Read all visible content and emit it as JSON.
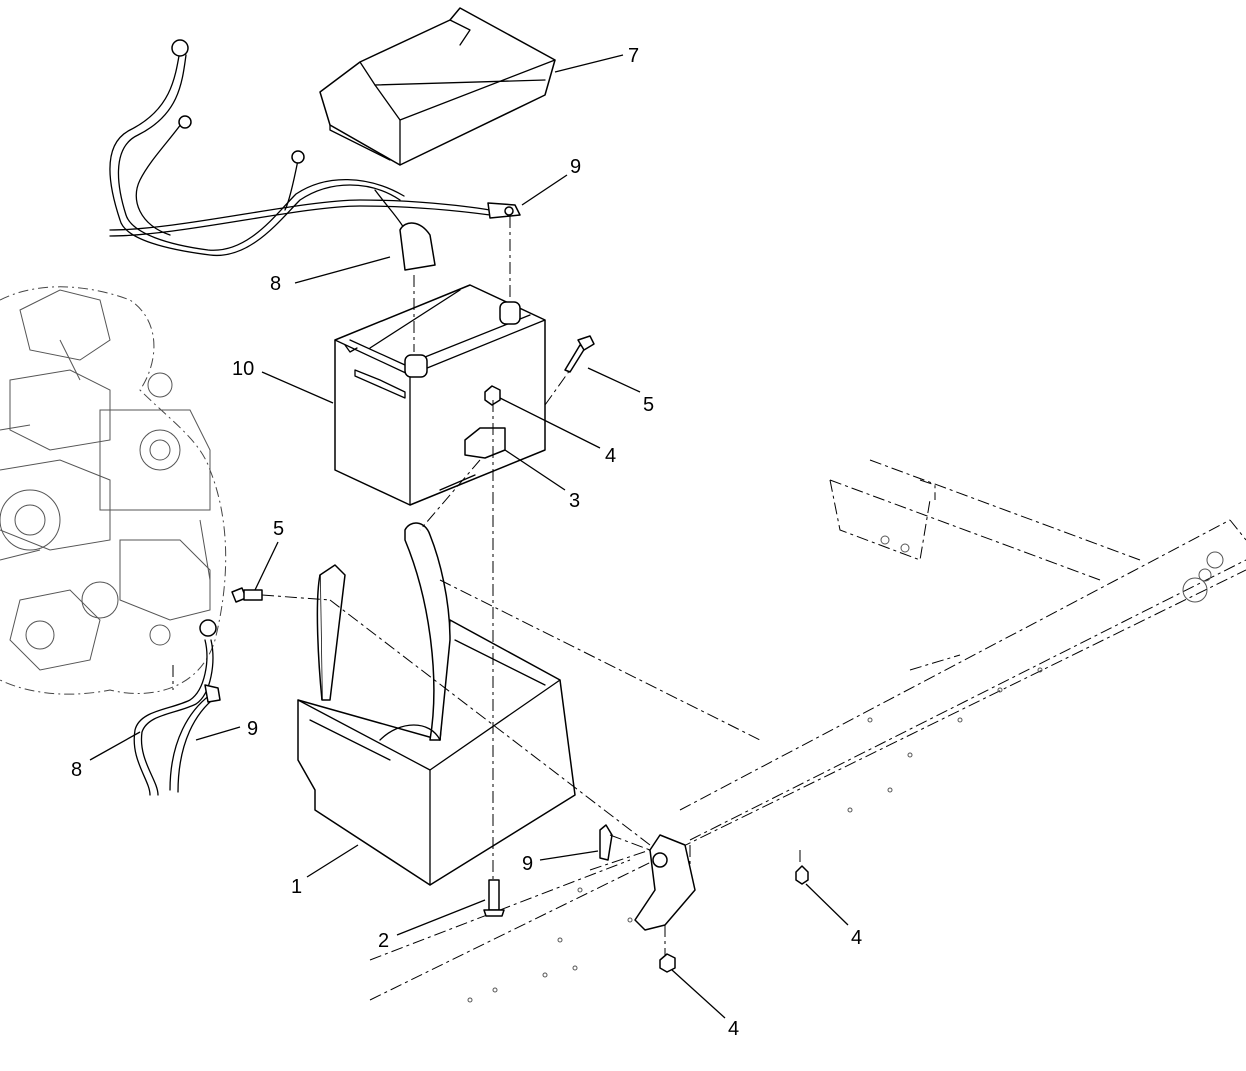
{
  "callouts": {
    "c1": "1",
    "c2": "2",
    "c3": "3",
    "c4a": "4",
    "c4b": "4",
    "c4c": "4",
    "c5a": "5",
    "c5b": "5",
    "c7": "7",
    "c8a": "8",
    "c8b": "8",
    "c9a": "9",
    "c9b": "9",
    "c9c": "9",
    "c10": "10"
  }
}
